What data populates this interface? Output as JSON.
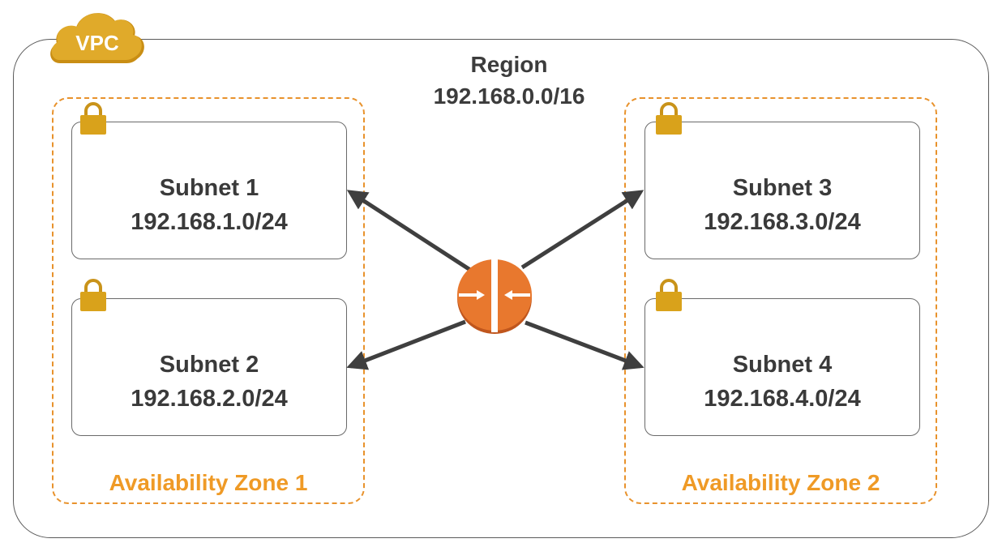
{
  "badge": {
    "label": "VPC"
  },
  "region": {
    "title": "Region",
    "cidr": "192.168.0.0/16"
  },
  "zones": [
    {
      "label": "Availability Zone 1"
    },
    {
      "label": "Availability Zone 2"
    }
  ],
  "subnets": [
    {
      "name": "Subnet 1",
      "cidr": "192.168.1.0/24"
    },
    {
      "name": "Subnet 2",
      "cidr": "192.168.2.0/24"
    },
    {
      "name": "Subnet 3",
      "cidr": "192.168.3.0/24"
    },
    {
      "name": "Subnet 4",
      "cidr": "192.168.4.0/24"
    }
  ],
  "colors": {
    "accent_orange": "#ef9a26",
    "router_orange": "#e8782e",
    "lock_gold": "#d9a21b",
    "badge_gold": "#d9a21b",
    "arrow": "#3f3f3f",
    "frame": "#5a5a5a"
  },
  "icons": [
    "cloud-icon",
    "lock-icon",
    "router-icon"
  ]
}
